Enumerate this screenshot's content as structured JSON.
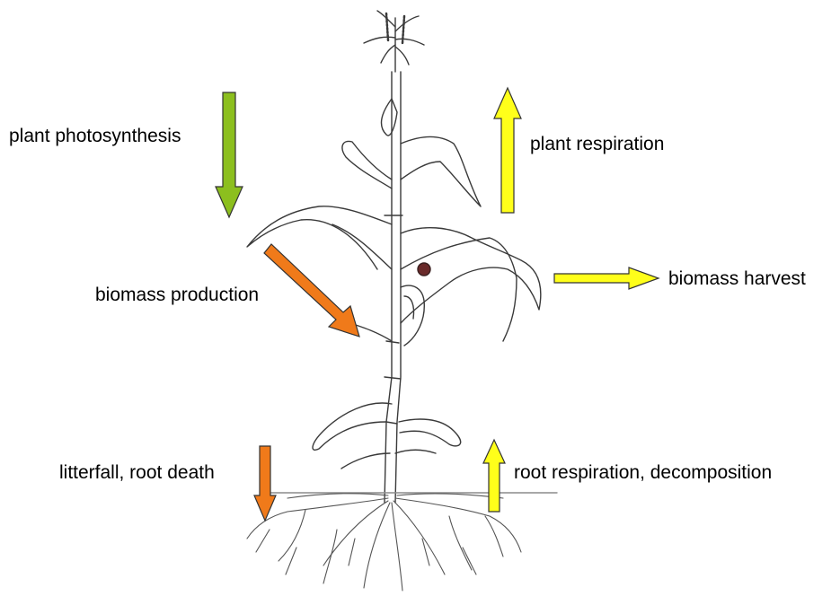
{
  "labels": {
    "plant_photosynthesis": "plant photosynthesis",
    "plant_respiration": "plant respiration",
    "biomass_harvest": "biomass harvest",
    "biomass_production": "biomass production",
    "litterfall_root_death": "litterfall, root death",
    "root_respiration_decomposition": "root respiration, decomposition"
  },
  "colors": {
    "photosynthesis_arrow": "#8cbf1e",
    "production_arrow": "#f07a1a",
    "litterfall_arrow": "#f07a1a",
    "respiration_arrow": "#ffff1a",
    "harvest_arrow": "#ffff1a",
    "root_respiration_arrow": "#ffff1a",
    "outline": "#333333"
  }
}
